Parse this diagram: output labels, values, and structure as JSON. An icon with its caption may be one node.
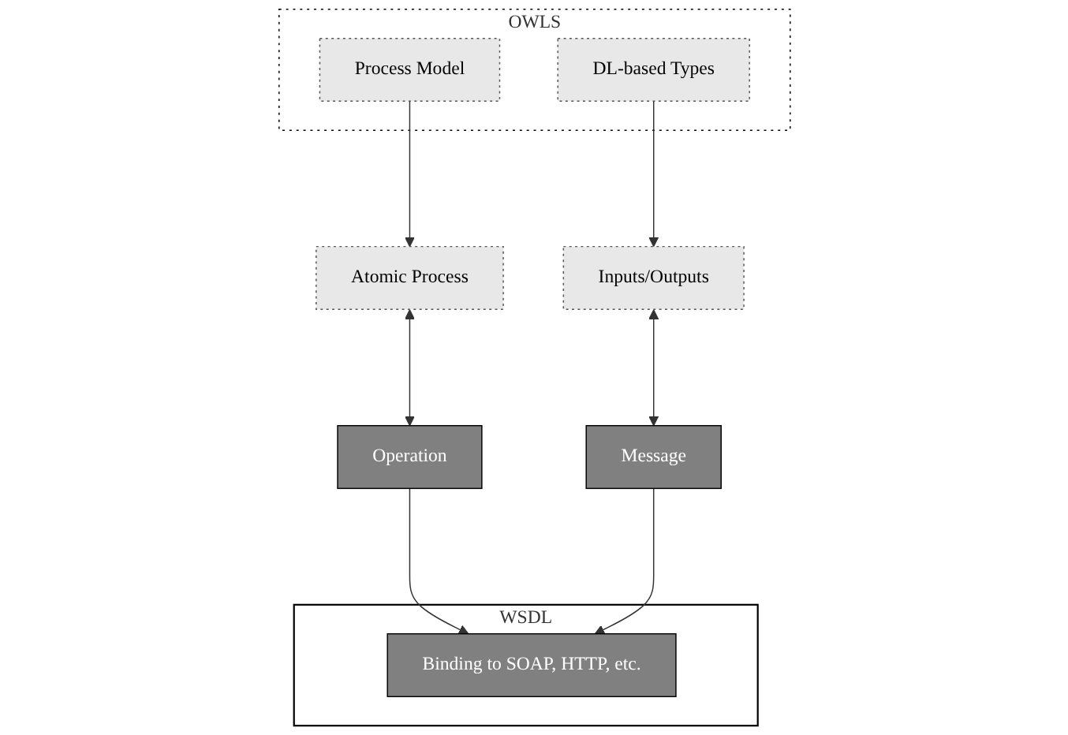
{
  "diagram": {
    "nodes": [
      {
        "text": [
          "OWLS"
        ]
      },
      {
        "text": [
          "Process Model"
        ],
        "in": 0
      },
      {
        "text": [
          "DL-based Types"
        ],
        "in": 0
      },
      {
        "text": [
          "WSDL"
        ]
      },
      {
        "text": [
          "Atomic Process"
        ]
      },
      {
        "text": [
          "Inputs/Outputs"
        ]
      },
      {
        "text": [
          "Operation"
        ]
      },
      {
        "text": [
          "Message"
        ]
      },
      {
        "text": [
          "Binding to SOAP, HTTP, etc."
        ],
        "in": 3
      }
    ],
    "edges": [
      {
        "from": 1,
        "to": 4,
        "arrow": "to"
      },
      {
        "from": 2,
        "to": 5,
        "arrow": "to"
      },
      {
        "from": 4,
        "to": 6,
        "arrow": "both"
      },
      {
        "from": 5,
        "to": 7,
        "arrow": "both"
      },
      {
        "from": 6,
        "to": 8,
        "arrow": "to"
      },
      {
        "from": 7,
        "to": 8,
        "arrow": "to"
      }
    ]
  }
}
